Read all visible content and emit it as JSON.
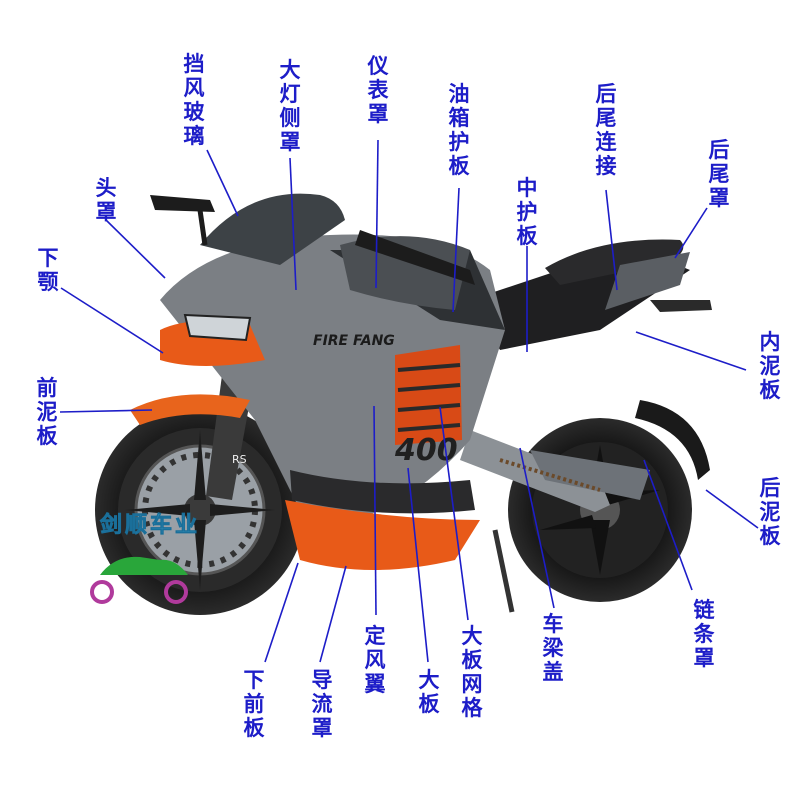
{
  "labels": {
    "windshield": "挡风玻璃",
    "headlight_side_cover": "大灯侧罩",
    "instrument_cover": "仪表罩",
    "tank_guard": "油箱护板",
    "rear_tail_connector": "后尾连接",
    "rear_tail_cover": "后尾罩",
    "head_cover": "头罩",
    "middle_guard": "中护板",
    "lower_jaw": "下颚",
    "inner_fender": "内泥板",
    "front_fender": "前泥板",
    "rear_fender": "后泥板",
    "lower_front_panel": "下前板",
    "air_deflector": "导流罩",
    "wind_fin": "定风翼",
    "large_panel": "大板",
    "large_panel_grille": "大板网格",
    "frame_beam_cover": "车梁盖",
    "chain_cover": "链条罩"
  },
  "watermark": {
    "text": "剑顺车业"
  },
  "bike_text": {
    "brand": "FIRE FANG",
    "model": "400",
    "brake_mark": "RS"
  },
  "colors": {
    "label": "#1d1dc8",
    "orange": "#e85a18",
    "body_gray": "#7b7f84",
    "dark": "#1c1c1e"
  }
}
